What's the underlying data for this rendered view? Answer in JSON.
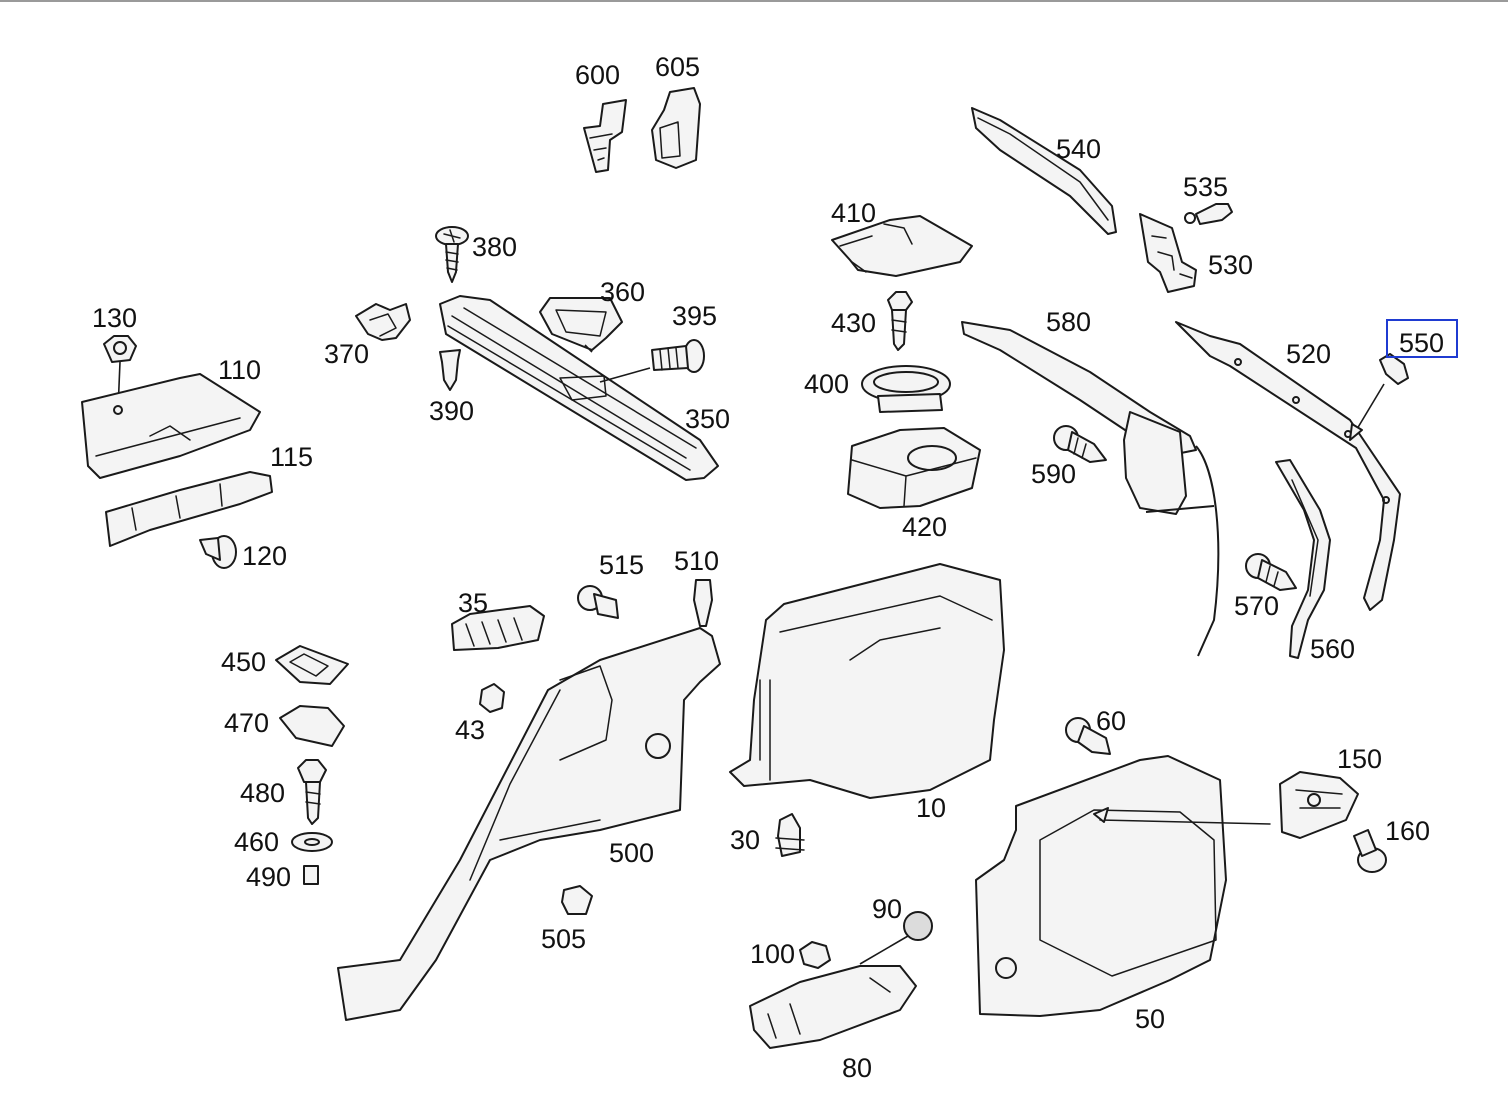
{
  "callouts": {
    "c600": "600",
    "c605": "605",
    "c540": "540",
    "c535": "535",
    "c530": "530",
    "c410": "410",
    "c380": "380",
    "c360": "360",
    "c395": "395",
    "c370": "370",
    "c390": "390",
    "c350": "350",
    "c430": "430",
    "c400": "400",
    "c420": "420",
    "c580": "580",
    "c520": "520",
    "c550": "550",
    "c590": "590",
    "c570": "570",
    "c560": "560",
    "c130": "130",
    "c110": "110",
    "c115": "115",
    "c120": "120",
    "c35": "35",
    "c515": "515",
    "c510": "510",
    "c450": "450",
    "c470": "470",
    "c43": "43",
    "c480": "480",
    "c460": "460",
    "c490": "490",
    "c500": "500",
    "c505": "505",
    "c30": "30",
    "c10": "10",
    "c60": "60",
    "c150": "150",
    "c160": "160",
    "c50": "50",
    "c90": "90",
    "c100": "100",
    "c80": "80"
  },
  "highlighted_callout": "550",
  "colors": {
    "highlight": "#1f3bd1",
    "line": "#1a1a1a",
    "background": "#ffffff"
  }
}
